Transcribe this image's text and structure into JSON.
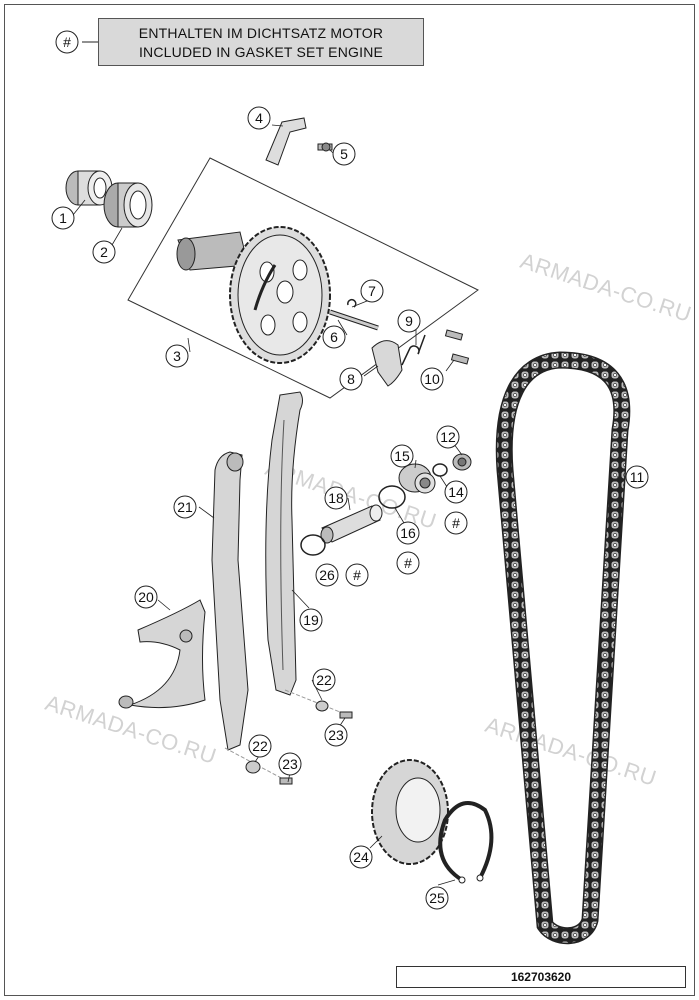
{
  "legend": {
    "symbol": "#",
    "line1": "ENTHALTEN IM DICHTSATZ MOTOR",
    "line2": "INCLUDED IN GASKET SET ENGINE"
  },
  "diagram_code": "162703620",
  "watermark": "ARMADA-CO.RU",
  "callouts": [
    {
      "id": "c-1",
      "text": "1"
    },
    {
      "id": "c-2",
      "text": "2"
    },
    {
      "id": "c-3",
      "text": "3"
    },
    {
      "id": "c-4",
      "text": "4"
    },
    {
      "id": "c-5",
      "text": "5"
    },
    {
      "id": "c-6",
      "text": "6"
    },
    {
      "id": "c-7",
      "text": "7"
    },
    {
      "id": "c-8",
      "text": "8"
    },
    {
      "id": "c-9",
      "text": "9"
    },
    {
      "id": "c-10",
      "text": "10"
    },
    {
      "id": "c-11",
      "text": "11"
    },
    {
      "id": "c-12",
      "text": "12"
    },
    {
      "id": "c-14",
      "text": "14"
    },
    {
      "id": "c-14h",
      "text": "#"
    },
    {
      "id": "c-15",
      "text": "15"
    },
    {
      "id": "c-16",
      "text": "16"
    },
    {
      "id": "c-16h",
      "text": "#"
    },
    {
      "id": "c-18",
      "text": "18"
    },
    {
      "id": "c-19",
      "text": "19"
    },
    {
      "id": "c-20",
      "text": "20"
    },
    {
      "id": "c-21",
      "text": "21"
    },
    {
      "id": "c-22a",
      "text": "22"
    },
    {
      "id": "c-22b",
      "text": "22"
    },
    {
      "id": "c-23a",
      "text": "23"
    },
    {
      "id": "c-23b",
      "text": "23"
    },
    {
      "id": "c-24",
      "text": "24"
    },
    {
      "id": "c-25",
      "text": "25"
    },
    {
      "id": "c-26",
      "text": "26"
    },
    {
      "id": "c-26h",
      "text": "#"
    }
  ]
}
